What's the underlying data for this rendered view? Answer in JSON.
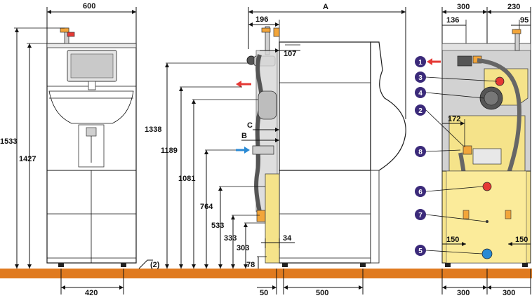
{
  "colors": {
    "floor": "#e07a1f",
    "badge": "#3b2a7a",
    "tank_yellow": "#f5e38a",
    "panel_grey": "#d2d2d2",
    "arrow_red": "#e53935",
    "arrow_blue": "#2a8ad4"
  },
  "front_view": {
    "width_label": "600",
    "height_1533": "1533",
    "height_1427": "1427",
    "feet_label": "420"
  },
  "side_view": {
    "width_A": "A",
    "dim_196": "196",
    "dim_107": "107",
    "dim_C": "C",
    "dim_B": "B",
    "dim_1338": "1338",
    "dim_1189": "1189",
    "dim_1081": "1081",
    "dim_764": "764",
    "dim_533": "533",
    "dim_333": "333",
    "dim_303": "303",
    "dim_78": "78",
    "dim_34": "34",
    "floor_note": "(2)",
    "dim_50": "50",
    "dim_500": "500"
  },
  "rear_view": {
    "dim_300_top": "300",
    "dim_230": "230",
    "dim_136": "136",
    "dim_95": "95",
    "dim_172": "172",
    "dim_150_left": "150",
    "dim_150_right": "150",
    "dim_300_bottom_left": "300",
    "dim_300_bottom_right": "300"
  },
  "badges": [
    "1",
    "2",
    "3",
    "4",
    "5",
    "6",
    "7",
    "8"
  ]
}
